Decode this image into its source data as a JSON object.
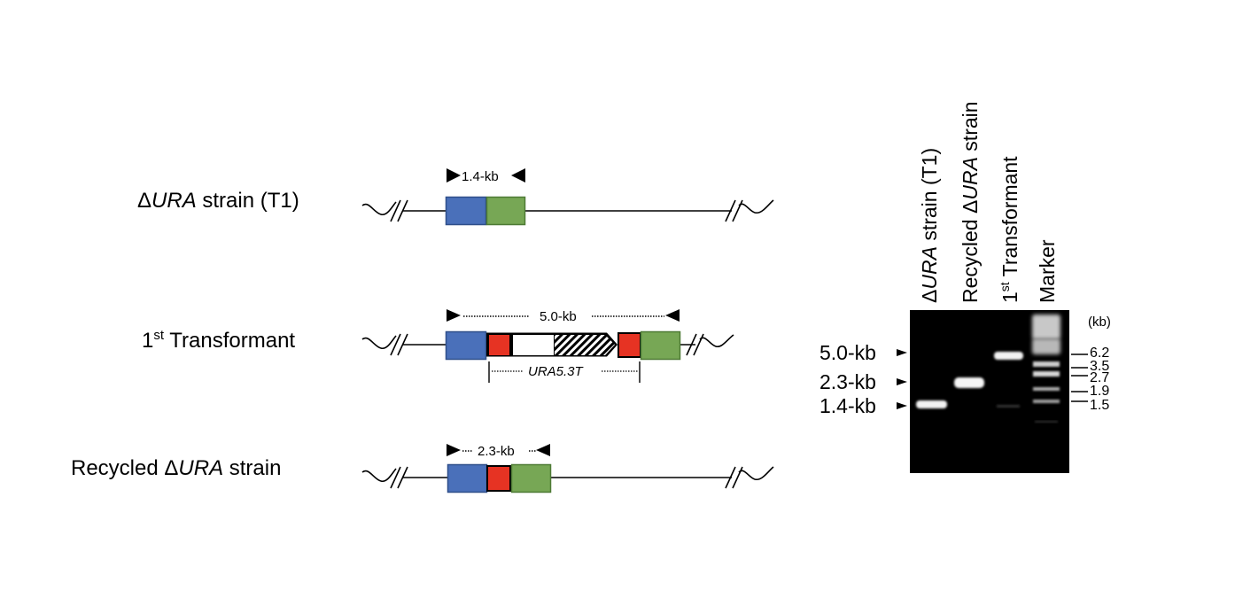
{
  "rows": [
    {
      "id": "ura-strain-t1",
      "label_prefix": "Δ",
      "label_italic": "URA",
      "label_suffix": " strain (T1)",
      "amplicon": "1.4-kb"
    },
    {
      "id": "first-transformant",
      "label_prefix": "1",
      "label_sup": "st",
      "label_suffix": " Transformant",
      "amplicon": "5.0-kb",
      "cassette": "URA5.3T"
    },
    {
      "id": "recycled-ura-strain",
      "label_prefix": "Recycled Δ",
      "label_italic": "URA",
      "label_suffix": " strain",
      "amplicon": "2.3-kb"
    }
  ],
  "gel": {
    "lanes": [
      {
        "prefix": "Δ",
        "italic": "URA",
        "suffix": " strain (T1)"
      },
      {
        "prefix": "Recycled Δ",
        "italic": "URA",
        "suffix": " strain"
      },
      {
        "prefix": "1",
        "sup": "st",
        "suffix": " Transformant"
      },
      {
        "prefix": "Marker"
      }
    ],
    "left_size_labels": [
      "5.0-kb",
      "2.3-kb",
      "1.4-kb"
    ],
    "marker_unit": "(kb)",
    "marker_sizes": [
      "6.2",
      "3.5",
      "2.7",
      "1.9",
      "1.5"
    ]
  },
  "colors": {
    "upstream_block": "#4a70ba",
    "upstream_border": "#2f4f8a",
    "downstream_block": "#77a755",
    "downstream_border": "#4e7a35",
    "repeat_block": "#e63323",
    "gel_background": "#000000"
  }
}
